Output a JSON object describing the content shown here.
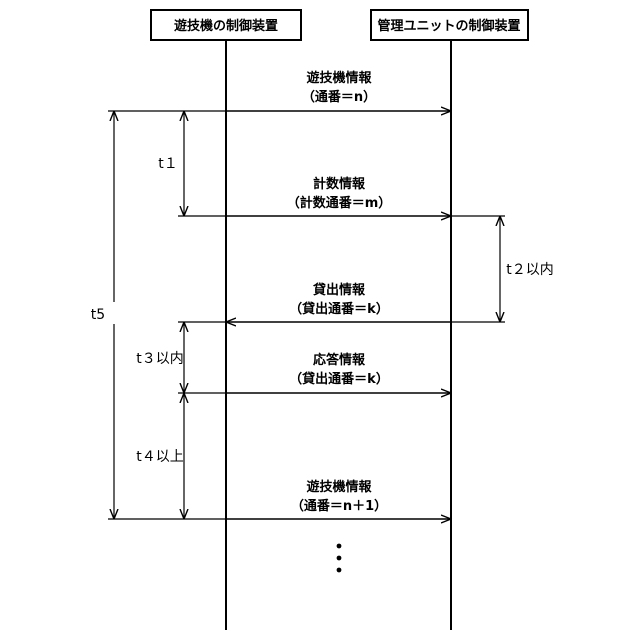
{
  "header": {
    "left_device": "遊技機の制御装置",
    "right_device": "管理ユニットの制御装置"
  },
  "messages": [
    {
      "title": "遊技機情報",
      "detail": "（通番＝n）",
      "direction": "right"
    },
    {
      "title": "計数情報",
      "detail": "（計数通番＝m）",
      "direction": "right"
    },
    {
      "title": "貸出情報",
      "detail": "（貸出通番＝k）",
      "direction": "left"
    },
    {
      "title": "応答情報",
      "detail": "（貸出通番＝k）",
      "direction": "right"
    },
    {
      "title": "遊技機情報",
      "detail": "（通番＝n＋1）",
      "direction": "right"
    }
  ],
  "intervals": {
    "t1": "t１",
    "t2": "t２以内",
    "t3": "t３以内",
    "t4": "t４以上",
    "t5": "t5"
  },
  "continuation": "⋮"
}
